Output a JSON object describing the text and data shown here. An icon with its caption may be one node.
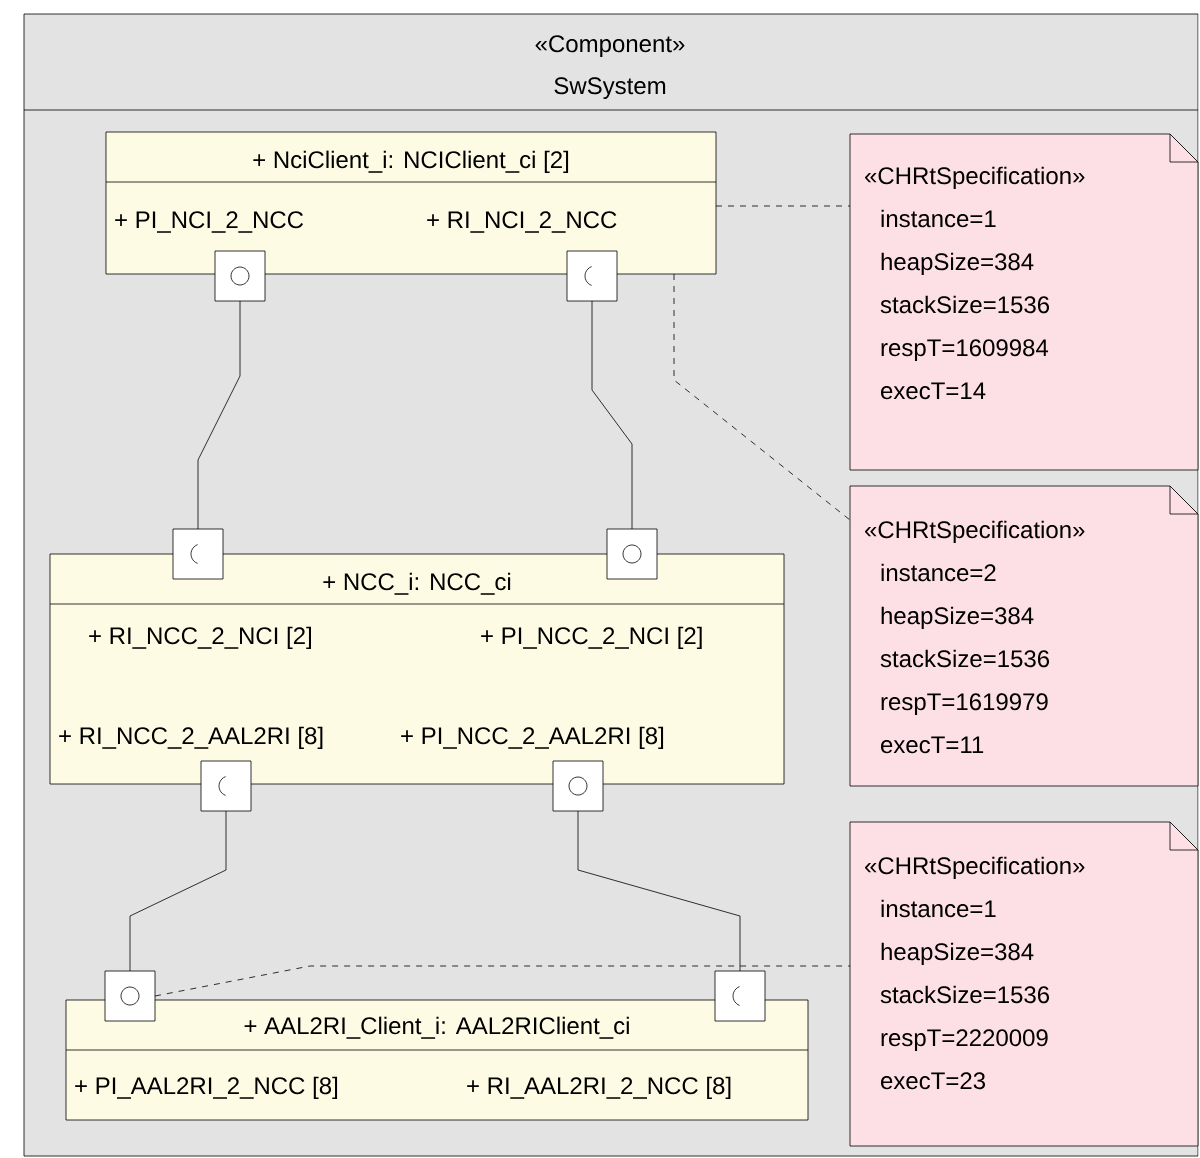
{
  "diagram": {
    "nodes": [
      {
        "text": [
          "«Component»",
          "SwSystem"
        ]
      },
      {
        "text": [
          "+ NciClient_i: NCIClient_ci [2]",
          "+ PI_NCI_2_NCC",
          "+ RI_NCI_2_NCC"
        ],
        "in": 0
      },
      {
        "text": [],
        "shape": "box",
        "in": 0
      },
      {
        "text": [],
        "shape": "box",
        "in": 0
      },
      {
        "text": [
          "«CHRtSpecification»",
          "instance=1",
          "heapSize=384",
          "stackSize=1536",
          "respT=1609984",
          "execT=14"
        ],
        "in": 0
      },
      {
        "text": [],
        "shape": "box",
        "in": 0
      },
      {
        "text": [],
        "shape": "box",
        "in": 0
      },
      {
        "text": [
          "+ NCC_i: NCC_ci",
          "+ RI_NCC_2_NCI [2]",
          "+ PI_NCC_2_NCI [2]",
          "+ RI_NCC_2_AAL2RI [8]",
          "+ PI_NCC_2_AAL2RI [8]"
        ],
        "in": 0
      },
      {
        "text": [],
        "shape": "box",
        "in": 0
      },
      {
        "text": [],
        "shape": "box",
        "in": 0
      },
      {
        "text": [
          "«CHRtSpecification»",
          "instance=2",
          "heapSize=384",
          "stackSize=1536",
          "respT=1619979",
          "execT=11"
        ],
        "in": 0
      },
      {
        "text": [],
        "shape": "box",
        "in": 0
      },
      {
        "text": [],
        "shape": "box",
        "in": 0
      },
      {
        "text": [
          "+ AAL2RI_Client_i: AAL2RIClient_ci",
          "+ PI_AAL2RI_2_NCC [8]",
          "+ RI_AAL2RI_2_NCC [8]"
        ],
        "in": 0
      },
      {
        "text": [
          "«CHRtSpecification»",
          "instance=1",
          "heapSize=384",
          "stackSize=1536",
          "respT=2220009",
          "execT=23"
        ],
        "in": 0
      }
    ],
    "edges": [
      {
        "from": 2,
        "to": 5,
        "arrow": "none"
      },
      {
        "from": 3,
        "to": 6,
        "arrow": "none"
      },
      {
        "from": 8,
        "to": 11,
        "arrow": "none"
      },
      {
        "from": 9,
        "to": 12,
        "arrow": "none"
      },
      {
        "from": 1,
        "to": 4,
        "arrow": "none",
        "style": "dashed"
      },
      {
        "from": 1,
        "to": 10,
        "arrow": "none",
        "style": "dashed"
      },
      {
        "from": 11,
        "to": 14,
        "arrow": "none",
        "style": "dashed"
      }
    ]
  }
}
